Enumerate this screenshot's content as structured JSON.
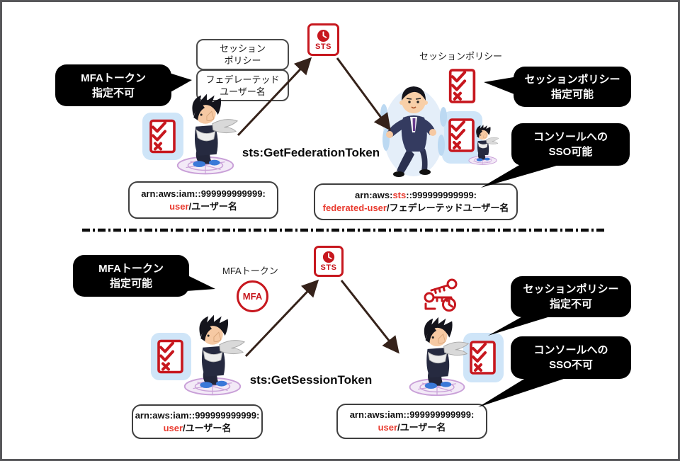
{
  "colors": {
    "frame_border": "#57575a",
    "service_red": "#c7171e",
    "arn_red_text": "#e93a2e",
    "callout_bg": "#000000",
    "callout_text": "#ffffff",
    "light_blue_panel": "#cfe5f8",
    "arrow_brown": "#35221a",
    "magic_circle_purple": "#c9a0d8"
  },
  "top": {
    "callout_mfa": {
      "line1": "MFAトークン",
      "line2": "指定不可"
    },
    "box_session_policy": {
      "line1": "セッション",
      "line2": "ポリシー"
    },
    "box_federated_user": {
      "line1": "フェデレーテッド",
      "line2": "ユーザー名"
    },
    "sts_icon_label": "STS",
    "label_session_policy": "セッションポリシー",
    "callout_session_policy": {
      "line1": "セッションポリシー",
      "line2": "指定可能"
    },
    "callout_sso": {
      "line1": "コンソールへの",
      "line2": "SSO可能"
    },
    "api_label": "sts:GetFederationToken",
    "arn_source": {
      "line1": "arn:aws:iam::999999999999:",
      "line2_red": "user",
      "line2_rest": "/ユーザー名"
    },
    "arn_result": {
      "line1_pre": "arn:aws:",
      "line1_red": "sts",
      "line1_post": "::999999999999:",
      "line2_red": "federated-user",
      "line2_rest": "/フェデレーテッドユーザー名"
    }
  },
  "bottom": {
    "callout_mfa": {
      "line1": "MFAトークン",
      "line2": "指定可能"
    },
    "label_mfa_token": "MFAトークン",
    "mfa_icon_label": "MFA",
    "sts_icon_label": "STS",
    "callout_session_policy": {
      "line1": "セッションポリシー",
      "line2": "指定不可"
    },
    "callout_sso": {
      "line1": "コンソールへの",
      "line2": "SSO不可"
    },
    "api_label": "sts:GetSessionToken",
    "arn_source": {
      "line1": "arn:aws:iam::999999999999:",
      "line2_red": "user",
      "line2_rest": "/ユーザー名"
    },
    "arn_result": {
      "line1": "arn:aws:iam::999999999999:",
      "line2_red": "user",
      "line2_rest": "/ユーザー名"
    }
  }
}
